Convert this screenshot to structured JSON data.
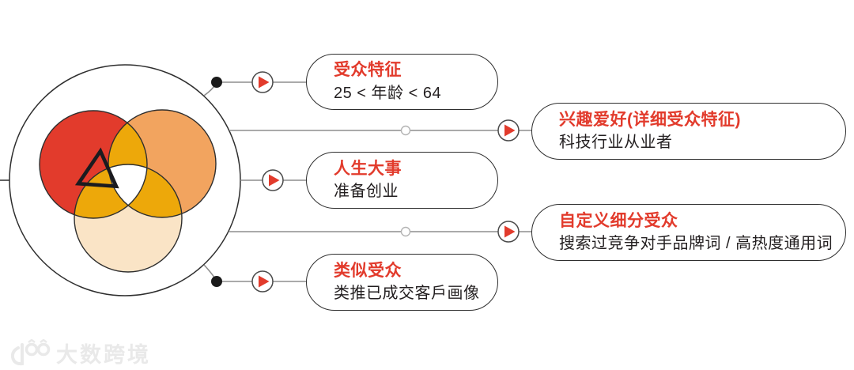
{
  "colors": {
    "accent": "#e23b2c",
    "text": "#231f20",
    "connector_line": "#8d8d8d",
    "outline": "#2e2e2e",
    "venn_red": "#e23b2c",
    "venn_orange": "#f2a45f",
    "venn_cream": "#fae4c6",
    "venn_overlap": "#eda80a",
    "venn_center": "#ffffff",
    "watermark": "#e9e9e9"
  },
  "icons": {
    "play": "▶",
    "connector_dot": "●",
    "connector_ring": "○"
  },
  "callouts": [
    {
      "title": "受众特征",
      "subtitle": "25 < 年龄 < 64"
    },
    {
      "title": "兴趣爱好(详细受众特征)",
      "subtitle": "科技行业从业者"
    },
    {
      "title": "人生大事",
      "subtitle": "准备创业"
    },
    {
      "title": "自定义细分受众",
      "subtitle": "搜索过竞争对手品牌词 / 高热度通用词"
    },
    {
      "title": "类似受众",
      "subtitle": "类推已成交客戶画像"
    }
  ],
  "watermark": {
    "text": "大数跨境"
  }
}
